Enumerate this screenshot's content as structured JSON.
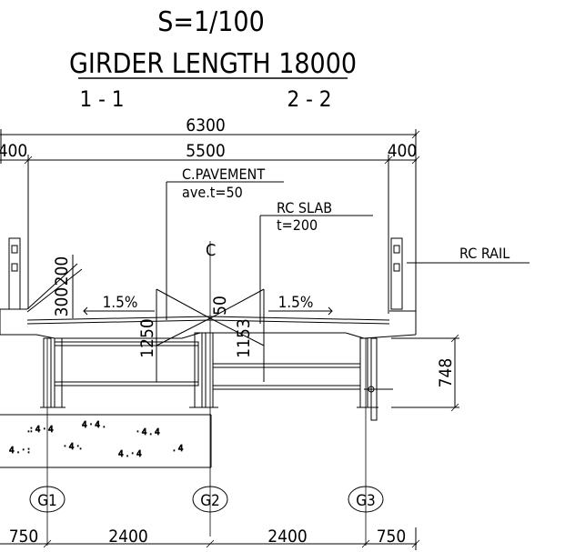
{
  "header": {
    "scale": "S=1/100",
    "title": "GIRDER LENGTH 18000",
    "section_left": "1 - 1",
    "section_right": "2 - 2"
  },
  "dimensions": {
    "overall_width": "6300",
    "left_curb": "400",
    "roadway_width": "5500",
    "right_curb": "400",
    "height_left": "1250",
    "height_center": "1153",
    "girder_right": "748",
    "curb_height": "300",
    "curb_top": "200",
    "center_small": "50",
    "span_left_edge": "750",
    "spacing_g1_g2": "2400",
    "spacing_g2_g3": "2400",
    "span_right_edge": "750"
  },
  "labels": {
    "pavement": "C.PAVEMENT",
    "pavement_thickness": "ave.t=50",
    "slab": "RC SLAB",
    "slab_thickness": "t=200",
    "rail": "RC RAIL",
    "centerline": "C",
    "slope_left": "1.5%",
    "slope_right": "1.5%"
  },
  "girders": [
    "G1",
    "G2",
    "G3"
  ]
}
